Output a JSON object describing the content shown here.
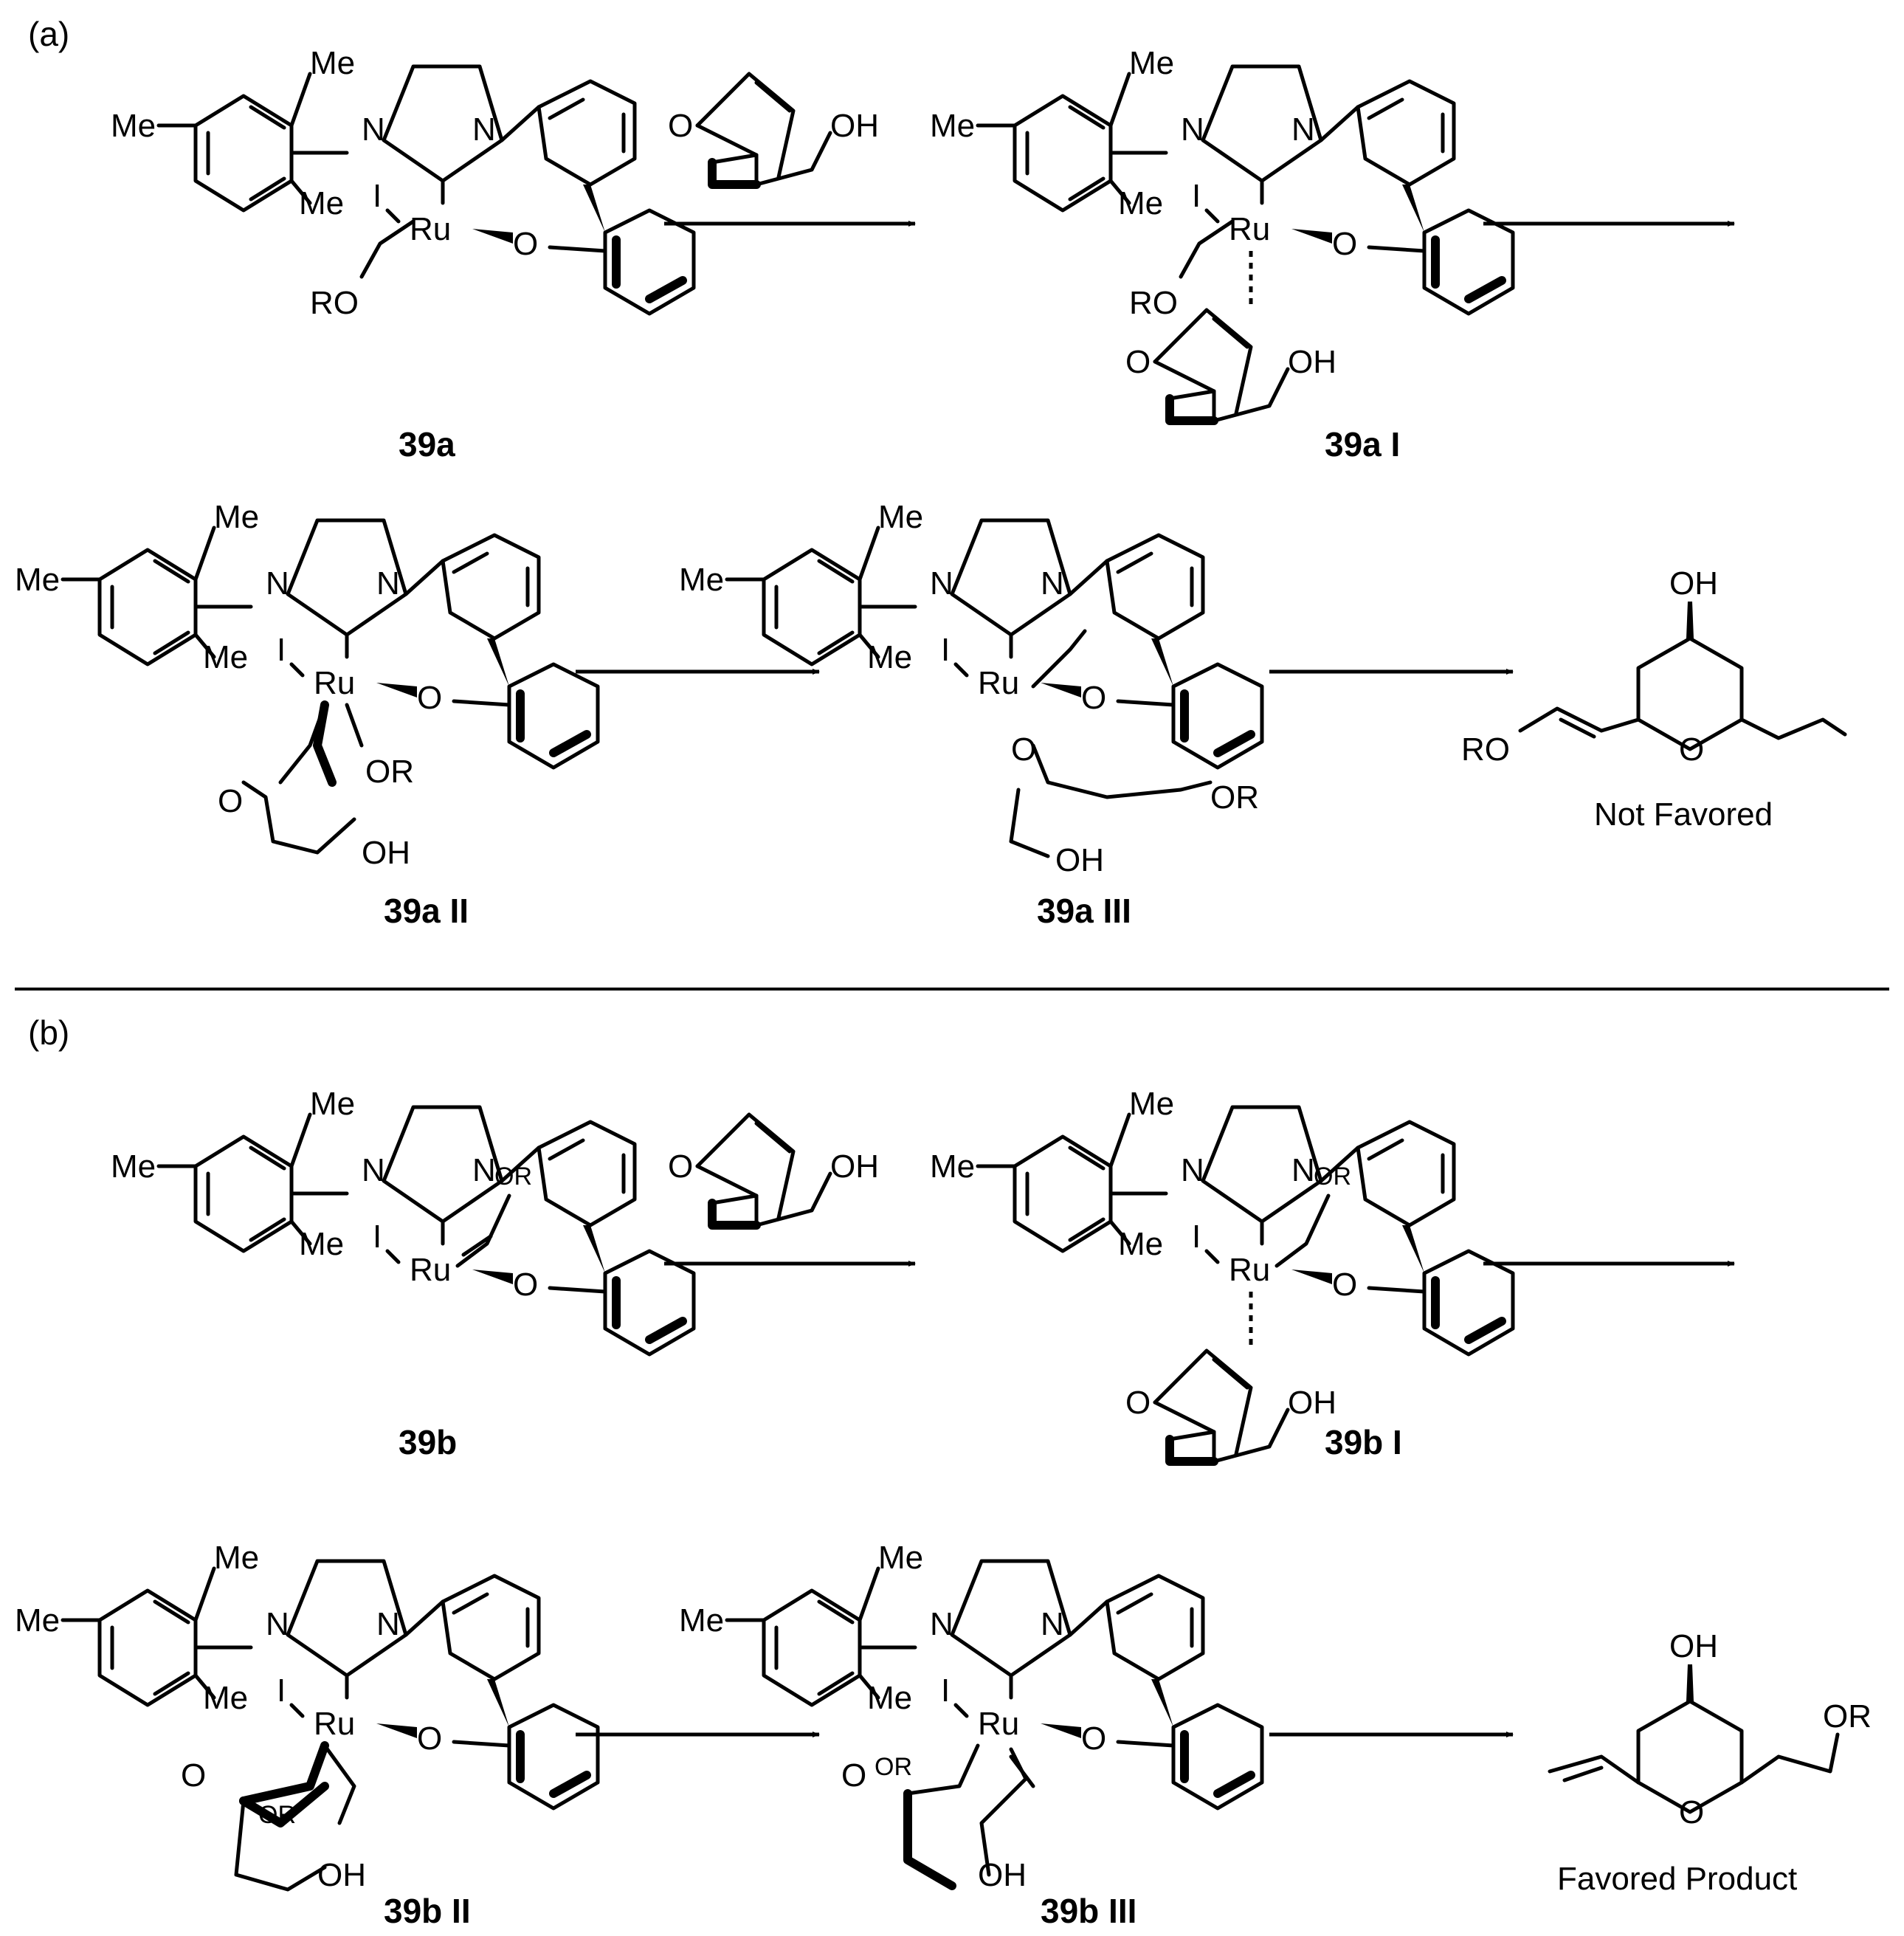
{
  "panels": {
    "a": "(a)",
    "b": "(b)"
  },
  "atoms": {
    "me": "Me",
    "n": "N",
    "ru": "Ru",
    "i": "I",
    "o": "O",
    "oh": "OH",
    "or": "OR",
    "ro": "RO"
  },
  "compounds": {
    "c39a": "39a",
    "c39aI": "39a I",
    "c39aII": "39a II",
    "c39aIII": "39a III",
    "c39b": "39b",
    "c39bI": "39b I",
    "c39bII": "39b II",
    "c39bIII": "39b III"
  },
  "outcomes": {
    "a": "Not Favored",
    "b": "Favored Product"
  }
}
